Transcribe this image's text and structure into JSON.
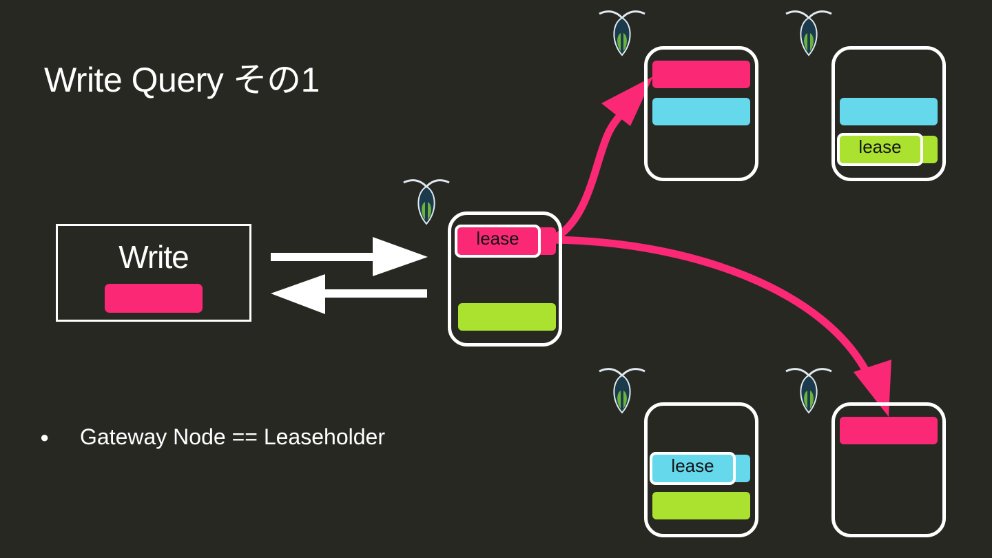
{
  "slide": {
    "title": "Write Query その1",
    "bullet_symbol": "●",
    "bullet_text": "Gateway Node == Leaseholder"
  },
  "client": {
    "label": "Write"
  },
  "nodes": {
    "lease_label": "lease"
  },
  "colors": {
    "background": "#282823",
    "pink": "#fb2975",
    "cyan": "#65d8ec",
    "green": "#aae22f",
    "white": "#ffffff"
  },
  "icons": [
    "cockroach-logo-icon"
  ]
}
